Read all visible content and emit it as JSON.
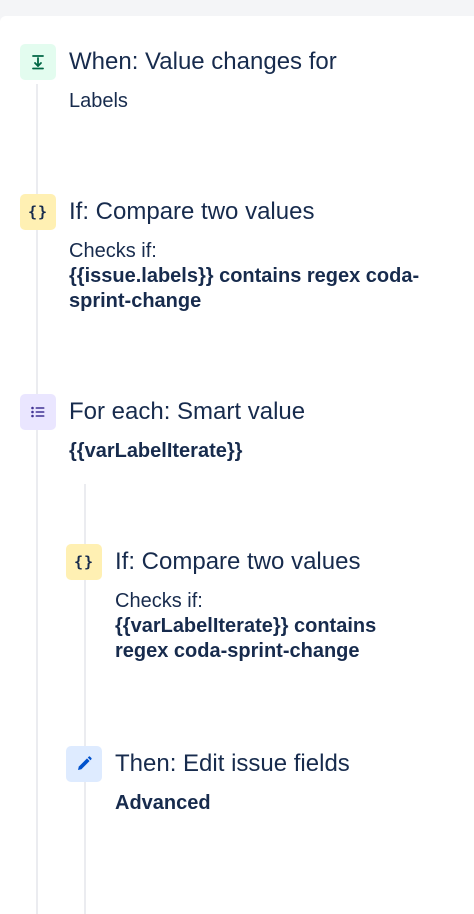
{
  "steps": [
    {
      "icon": "value-change-icon",
      "title": "When: Value changes for",
      "desc_plain": "Labels",
      "desc_bold": ""
    },
    {
      "icon": "braces-icon",
      "title": "If: Compare two values",
      "desc_plain": "Checks if:",
      "desc_bold": "{{issue.labels}} contains regex coda-sprint-change"
    },
    {
      "icon": "list-icon",
      "title": "For each: Smart value",
      "desc_plain": "",
      "desc_bold": "{{varLabelIterate}}"
    },
    {
      "icon": "braces-icon",
      "title": "If: Compare two values",
      "desc_plain": "Checks if:",
      "desc_bold": "{{varLabelIterate}} contains regex coda-sprint-change"
    },
    {
      "icon": "pencil-icon",
      "title": "Then: Edit issue fields",
      "desc_plain": "",
      "desc_bold": "Advanced"
    }
  ],
  "braces_glyph": "{}",
  "colors": {
    "trigger_bg": "#e3fcef",
    "trigger_fg": "#006644",
    "condition_bg": "#fff0b3",
    "branch_bg": "#eae6ff",
    "branch_fg": "#403294",
    "action_bg": "#deebff",
    "action_fg": "#0052cc",
    "text": "#172b4d"
  }
}
